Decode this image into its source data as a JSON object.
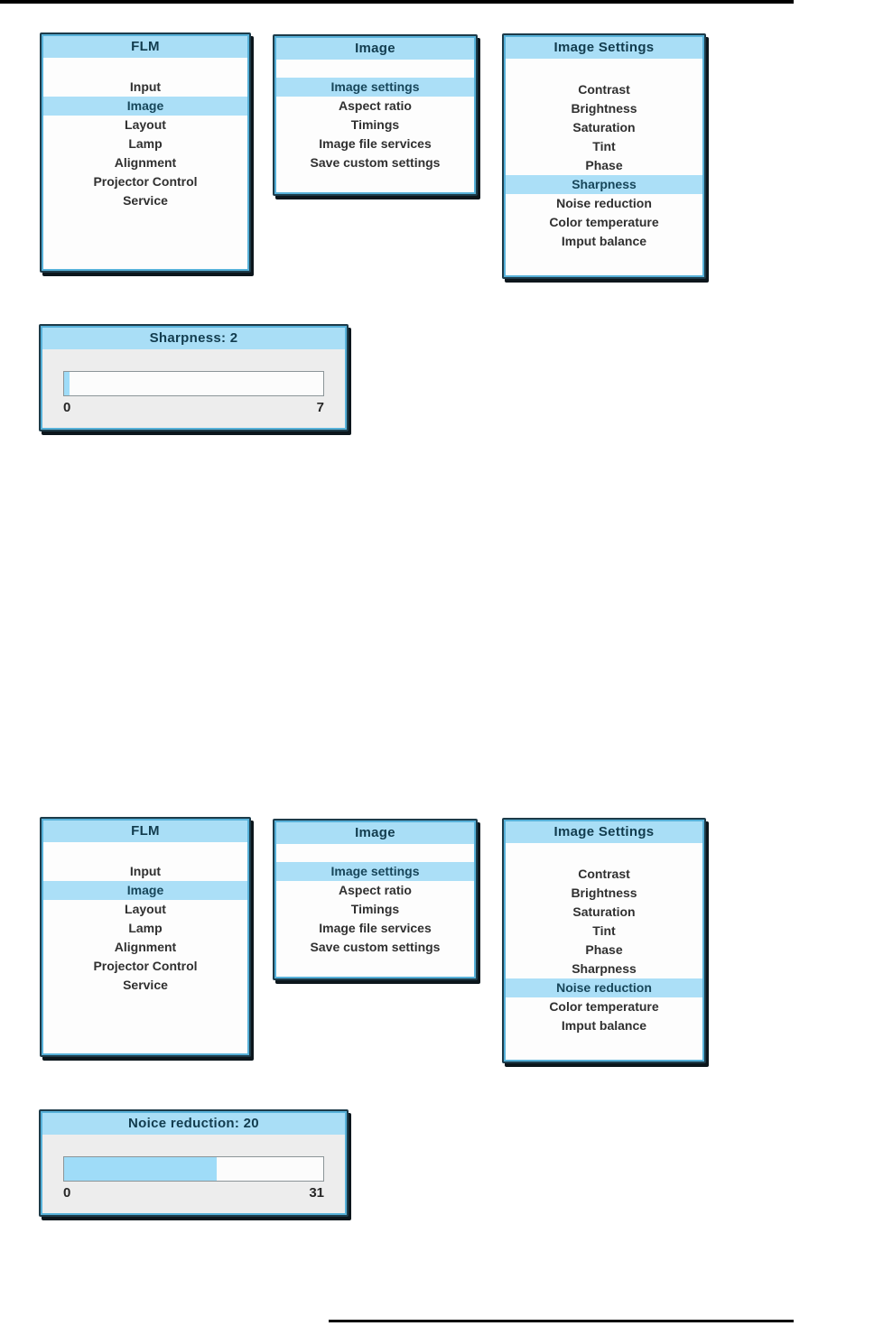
{
  "colors": {
    "header_blue": "#a9def6",
    "highlight_blue": "#abdff7",
    "accent_blue": "#57b1d9",
    "border_dark": "#1d3b49",
    "shadow_dark": "#0c161c",
    "title_text": "#123c4e",
    "item_text": "#303030",
    "selected_text": "#17465a",
    "dialog_body": "#ededed",
    "track_fill": "#9fdcf8",
    "rule_black": "#000000"
  },
  "groups": [
    {
      "menus": [
        {
          "title": "FLM",
          "items": [
            {
              "label": "Input",
              "selected": false
            },
            {
              "label": "Image",
              "selected": true
            },
            {
              "label": "Layout",
              "selected": false
            },
            {
              "label": "Lamp",
              "selected": false
            },
            {
              "label": "Alignment",
              "selected": false
            },
            {
              "label": "Projector Control",
              "selected": false
            },
            {
              "label": "Service",
              "selected": false
            }
          ]
        },
        {
          "title": "Image",
          "items": [
            {
              "label": "Image settings",
              "selected": true
            },
            {
              "label": "Aspect ratio",
              "selected": false
            },
            {
              "label": "Timings",
              "selected": false
            },
            {
              "label": "Image file services",
              "selected": false
            },
            {
              "label": "Save custom settings",
              "selected": false
            }
          ]
        },
        {
          "title": "Image Settings",
          "items": [
            {
              "label": "Contrast",
              "selected": false
            },
            {
              "label": "Brightness",
              "selected": false
            },
            {
              "label": "Saturation",
              "selected": false
            },
            {
              "label": "Tint",
              "selected": false
            },
            {
              "label": "Phase",
              "selected": false
            },
            {
              "label": "Sharpness",
              "selected": true
            },
            {
              "label": "Noise reduction",
              "selected": false
            },
            {
              "label": "Color temperature",
              "selected": false
            },
            {
              "label": "Imput balance",
              "selected": false
            }
          ]
        }
      ],
      "slider": {
        "title": "Sharpness: 2",
        "value": 2,
        "min_label": "0",
        "max_label": "7",
        "fill_percent": 2
      }
    },
    {
      "menus": [
        {
          "title": "FLM",
          "items": [
            {
              "label": "Input",
              "selected": false
            },
            {
              "label": "Image",
              "selected": true
            },
            {
              "label": "Layout",
              "selected": false
            },
            {
              "label": "Lamp",
              "selected": false
            },
            {
              "label": "Alignment",
              "selected": false
            },
            {
              "label": "Projector Control",
              "selected": false
            },
            {
              "label": "Service",
              "selected": false
            }
          ]
        },
        {
          "title": "Image",
          "items": [
            {
              "label": "Image settings",
              "selected": true
            },
            {
              "label": "Aspect ratio",
              "selected": false
            },
            {
              "label": "Timings",
              "selected": false
            },
            {
              "label": "Image file services",
              "selected": false
            },
            {
              "label": "Save custom settings",
              "selected": false
            }
          ]
        },
        {
          "title": "Image Settings",
          "items": [
            {
              "label": "Contrast",
              "selected": false
            },
            {
              "label": "Brightness",
              "selected": false
            },
            {
              "label": "Saturation",
              "selected": false
            },
            {
              "label": "Tint",
              "selected": false
            },
            {
              "label": "Phase",
              "selected": false
            },
            {
              "label": "Sharpness",
              "selected": false
            },
            {
              "label": "Noise reduction",
              "selected": true
            },
            {
              "label": "Color temperature",
              "selected": false
            },
            {
              "label": "Imput balance",
              "selected": false
            }
          ]
        }
      ],
      "slider": {
        "title": "Noice reduction: 20",
        "value": 20,
        "min_label": "0",
        "max_label": "31",
        "fill_percent": 59
      }
    }
  ]
}
